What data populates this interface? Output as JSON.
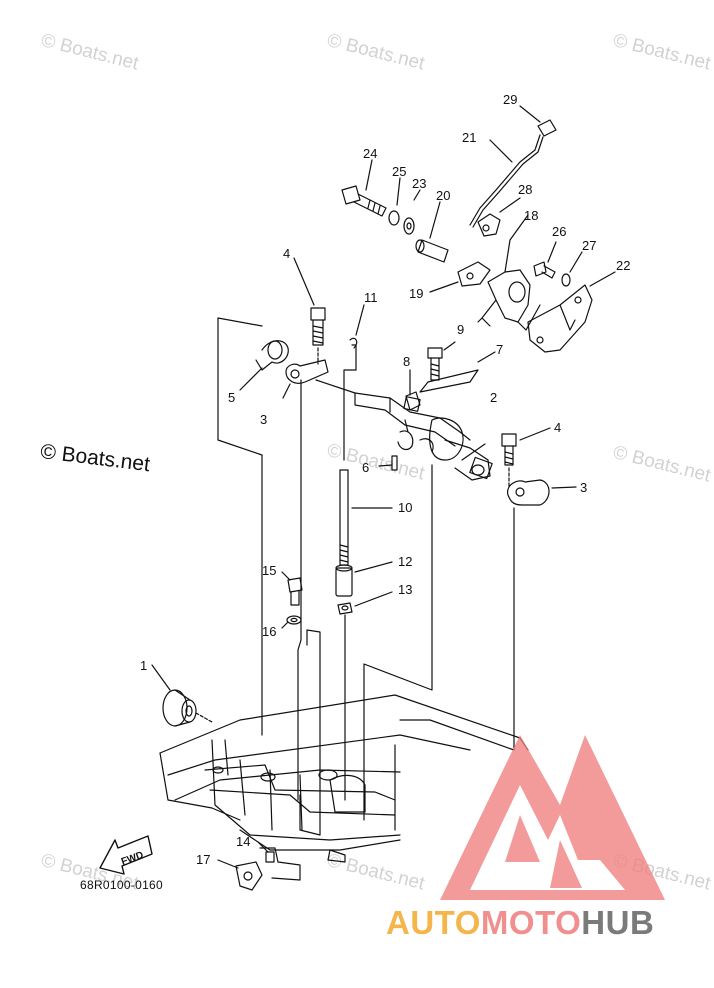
{
  "watermark": "© Boats.net",
  "watermark_big": "© Boats.net",
  "diagram_code": "68R0100-0160",
  "fwd_label": "FWD",
  "logo": {
    "part1": "AUTO",
    "part2": "MOTO",
    "part3": "HUB",
    "colors": {
      "part1": "#f4b54a",
      "part2": "#f18f8f",
      "part3": "#7a7a7a",
      "triangle": "#f07f7f"
    }
  },
  "callouts": {
    "c1": "1",
    "c2": "2",
    "c3a": "3",
    "c3b": "3",
    "c4a": "4",
    "c4b": "4",
    "c5": "5",
    "c6": "6",
    "c7": "7",
    "c8": "8",
    "c9": "9",
    "c10": "10",
    "c11": "11",
    "c12": "12",
    "c13": "13",
    "c14": "14",
    "c15": "15",
    "c16": "16",
    "c17": "17",
    "c18": "18",
    "c19": "19",
    "c20": "20",
    "c21": "21",
    "c22": "22",
    "c23": "23",
    "c24": "24",
    "c25": "25",
    "c26": "26",
    "c27": "27",
    "c28": "28",
    "c29": "29"
  }
}
